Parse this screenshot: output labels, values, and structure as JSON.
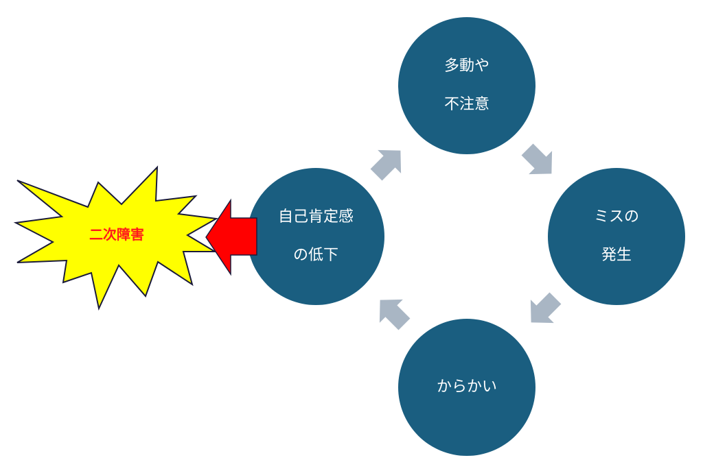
{
  "colors": {
    "circle": "#1a5e80",
    "cycle_arrow": "#a9b6c4",
    "burst": "#ffff00",
    "burst_text": "#ff1a1a",
    "red_arrow": "#ff0000"
  },
  "burst": {
    "label": "二次障害"
  },
  "cycle": [
    {
      "id": "hyperactivity",
      "lines": [
        "多動や",
        "不注意"
      ]
    },
    {
      "id": "mistakes",
      "lines": [
        "ミスの",
        "発生"
      ]
    },
    {
      "id": "teasing",
      "lines": [
        "からかい"
      ]
    },
    {
      "id": "low-self-esteem",
      "lines": [
        "自己肯定感",
        "の低下"
      ]
    }
  ]
}
